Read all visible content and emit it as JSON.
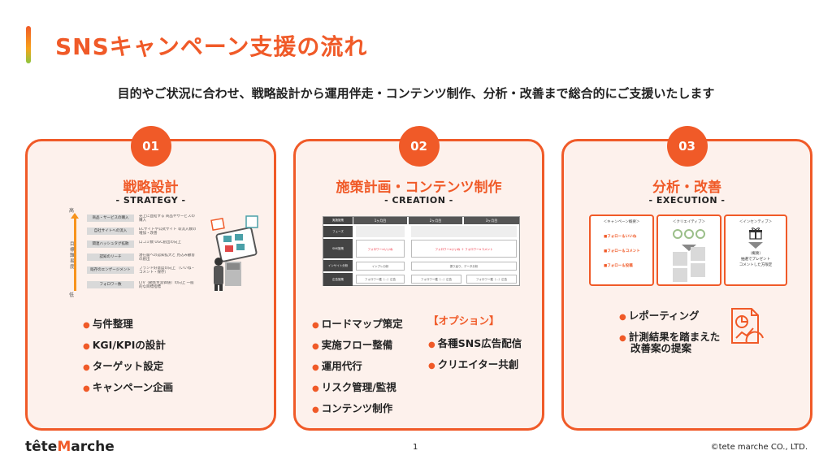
{
  "header": {
    "title": "SNSキャンペーン支援の流れ",
    "subtitle": "目的やご状況に合わせ、戦略設計から運用伴走・コンテンツ制作、分析・改善まで総合的にご支援いたします"
  },
  "steps": [
    {
      "number": "01",
      "title": "戦略設計",
      "subtitle": "- STRATEGY -",
      "items": [
        "与件整理",
        "KGI/KPIの設計",
        "ターゲット設定",
        "キャンペーン企画"
      ],
      "figure": {
        "axis_top": "高",
        "axis_bottom": "低",
        "axis_label": "目標難易度",
        "rows": [
          {
            "label": "商品・サービスの購入",
            "desc": "売上に直結する 商品やサービスの購入"
          },
          {
            "label": "自社サイトへの流入",
            "desc": "ECサイトや公式サイト 等流入数の増加・改善"
          },
          {
            "label": "関連ハッシュタグ拡散",
            "desc": "口コミ数 UGC創出の向上"
          },
          {
            "label": "認知のリーチ",
            "desc": "潜在層への認知拡大と 見込み顧客の創出"
          },
          {
            "label": "既存のエンゲージメント",
            "desc": "ブランド好意度の向上 （いいね・コメント・保存）"
          },
          {
            "label": "フォロワー数",
            "desc": "LTV（顧客生涯価値）の向上 一般的な目標指標"
          }
        ]
      }
    },
    {
      "number": "02",
      "title": "施策計画・コンテンツ制作",
      "subtitle": "- CREATION -",
      "items": [
        "ロードマップ策定",
        "実施フロー整備",
        "運用代行",
        "リスク管理/監視",
        "コンテンツ制作"
      ],
      "option_label": "【オプション】",
      "options": [
        "各種SNS広告配信",
        "クリエイター共創"
      ],
      "figure": {
        "months": [
          "1ヶ月目",
          "2ヶ月目",
          "3ヶ月目"
        ],
        "row_labels": [
          "実施施策",
          "フェーズ",
          "SNS施策",
          "インサイト分析",
          "広告施策"
        ],
        "cells": [
          "フォロワー×いいね",
          "フォロワー×いいね ＋ フォロワー×コメント",
          "インプレ分析",
          "振り返り、データ分析",
          "フォロワー獲（...）広告",
          "フォロワー獲（...）広告",
          "フォロワー獲（...）広告"
        ]
      }
    },
    {
      "number": "03",
      "title": "分析・改善",
      "subtitle": "- EXECUTION -",
      "items": [
        "レポーティング",
        "計測結果を踏まえた",
        "改善案の提案"
      ],
      "figure": {
        "cards": [
          {
            "title": "＜キャンペーン概要＞",
            "lines": [
              "■フォロー＆いいね",
              "■フォロー＆コメント",
              "■フォロー＆投稿"
            ]
          },
          {
            "title": "＜クリエイティブ＞",
            "lines": []
          },
          {
            "title": "＜インセンティブ＞",
            "lines": [
              "（概要）",
              "抽選でプレゼント",
              "コメントした方限定"
            ]
          }
        ]
      }
    }
  ],
  "footer": {
    "logo_prefix": "tête",
    "logo_m": "M",
    "logo_suffix": "arche",
    "page_number": "1",
    "copyright": "©tete marche CO., LTD."
  },
  "colors": {
    "accent": "#f05a28",
    "panel_bg": "#fdf1ec"
  }
}
